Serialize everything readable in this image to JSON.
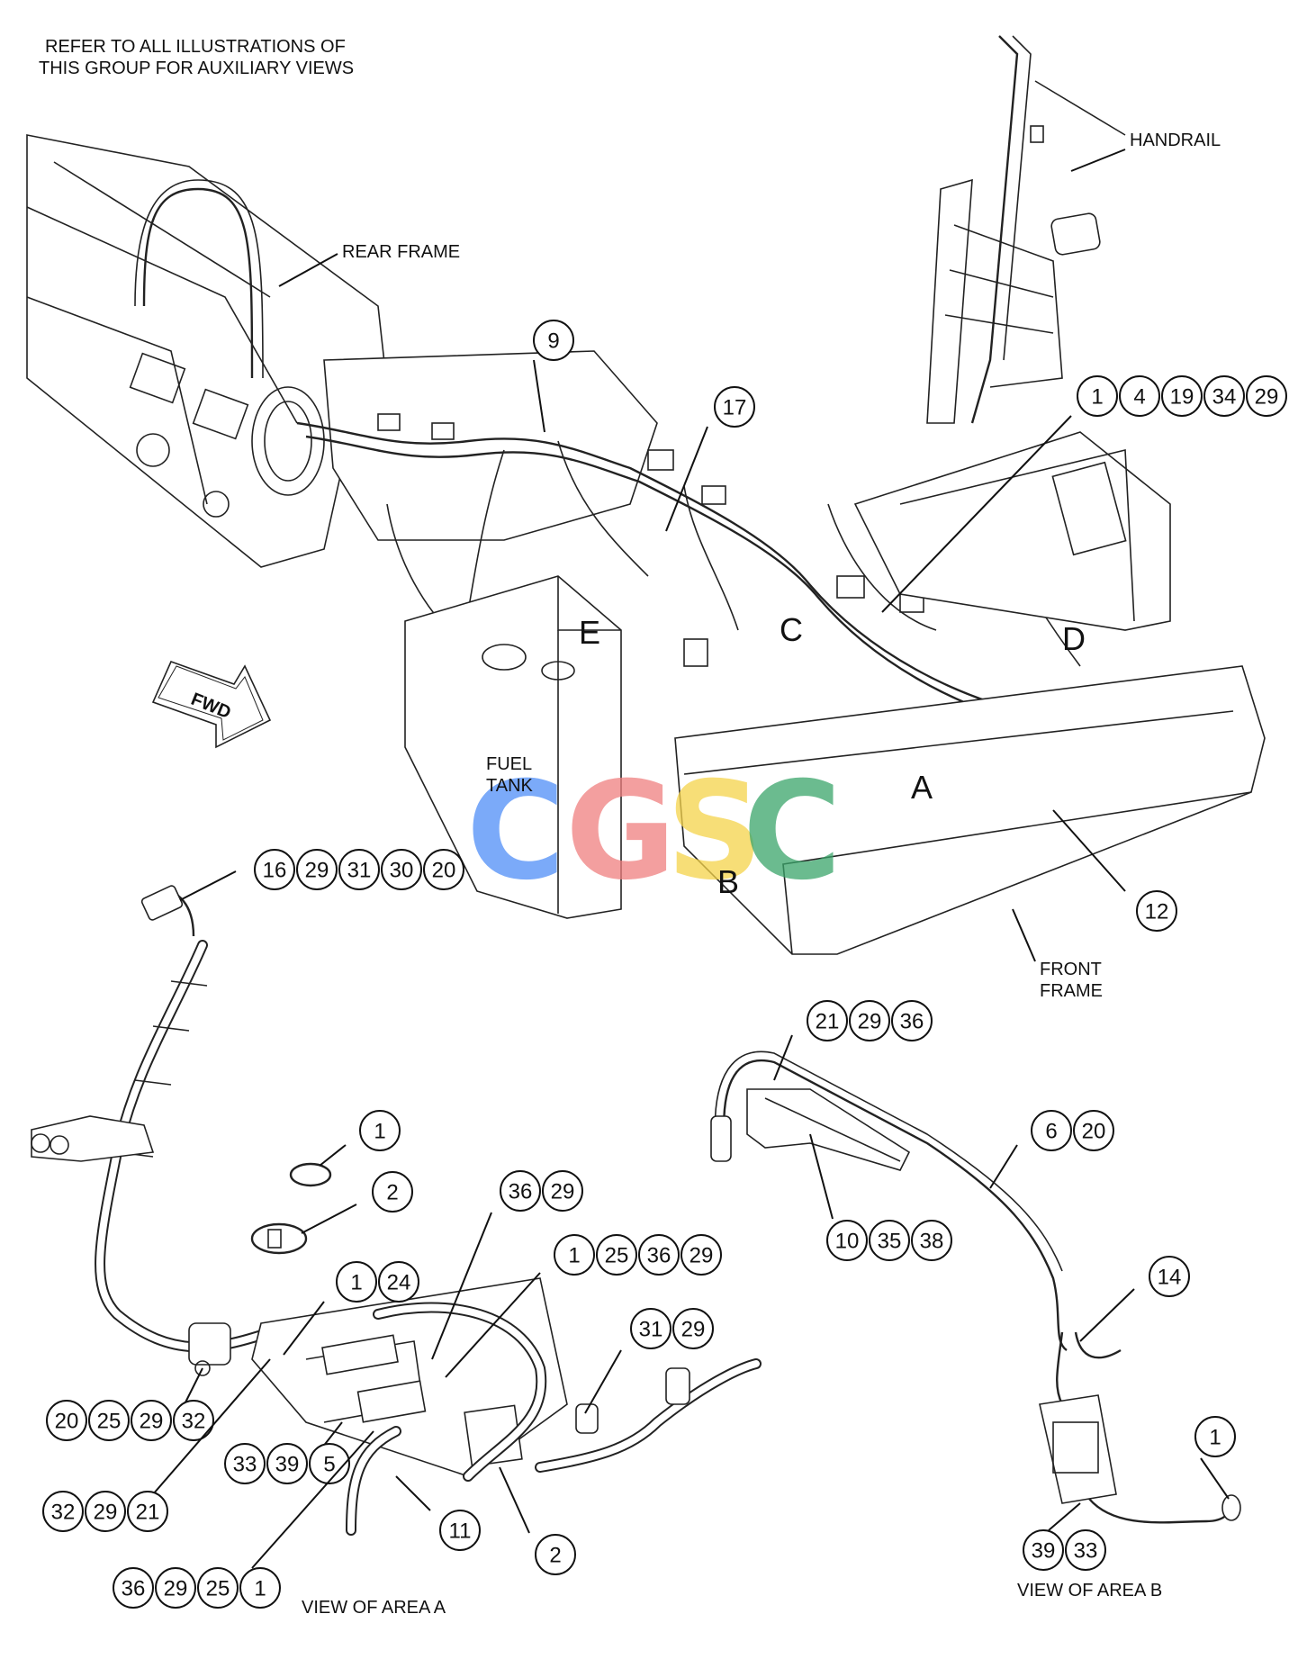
{
  "notes": {
    "line1": "REFER TO ALL ILLUSTRATIONS OF",
    "line2": "THIS GROUP FOR AUXILIARY VIEWS"
  },
  "labels": {
    "rear_frame": "REAR FRAME",
    "handrail": "HANDRAIL",
    "fuel_tank_1": "FUEL",
    "fuel_tank_2": "TANK",
    "front_frame_1": "FRONT",
    "front_frame_2": "FRAME",
    "fwd": "FWD",
    "view_area_a": "VIEW OF AREA A",
    "view_area_b": "VIEW OF AREA B"
  },
  "area_letters": {
    "a": "A",
    "b": "B",
    "c": "C",
    "d": "D",
    "e": "E"
  },
  "watermark": {
    "letters": [
      "C",
      "G",
      "S",
      "C"
    ],
    "colors": [
      "#4f8ef7",
      "#f07f7f",
      "#f5d34a",
      "#3aa56a"
    ]
  },
  "callout_groups": [
    {
      "id": "g9",
      "numbers": [
        "9"
      ]
    },
    {
      "id": "g17",
      "numbers": [
        "17"
      ]
    },
    {
      "id": "g1-4-19-34-29",
      "numbers": [
        "1",
        "4",
        "19",
        "34",
        "29"
      ]
    },
    {
      "id": "g12",
      "numbers": [
        "12"
      ]
    },
    {
      "id": "g16-29-31-30-20",
      "numbers": [
        "16",
        "29",
        "31",
        "30",
        "20"
      ]
    },
    {
      "id": "g21-29-36",
      "numbers": [
        "21",
        "29",
        "36"
      ]
    },
    {
      "id": "g6-20",
      "numbers": [
        "6",
        "20"
      ]
    },
    {
      "id": "g10-35-38",
      "numbers": [
        "10",
        "35",
        "38"
      ]
    },
    {
      "id": "g14",
      "numbers": [
        "14"
      ]
    },
    {
      "id": "g1-b",
      "numbers": [
        "1"
      ]
    },
    {
      "id": "g39-33-b",
      "numbers": [
        "39",
        "33"
      ]
    },
    {
      "id": "g1-clamp",
      "numbers": [
        "1"
      ]
    },
    {
      "id": "g2-clamp",
      "numbers": [
        "2"
      ]
    },
    {
      "id": "g36-29",
      "numbers": [
        "36",
        "29"
      ]
    },
    {
      "id": "g1-25-36-29",
      "numbers": [
        "1",
        "25",
        "36",
        "29"
      ]
    },
    {
      "id": "g1-24",
      "numbers": [
        "1",
        "24"
      ]
    },
    {
      "id": "g31-29",
      "numbers": [
        "31",
        "29"
      ]
    },
    {
      "id": "g20-25-29-32",
      "numbers": [
        "20",
        "25",
        "29",
        "32"
      ]
    },
    {
      "id": "g33-39-5",
      "numbers": [
        "33",
        "39",
        "5"
      ]
    },
    {
      "id": "g32-29-21",
      "numbers": [
        "32",
        "29",
        "21"
      ]
    },
    {
      "id": "g11",
      "numbers": [
        "11"
      ]
    },
    {
      "id": "g2-a",
      "numbers": [
        "2"
      ]
    },
    {
      "id": "g36-29-25-1",
      "numbers": [
        "36",
        "29",
        "25",
        "1"
      ]
    }
  ]
}
